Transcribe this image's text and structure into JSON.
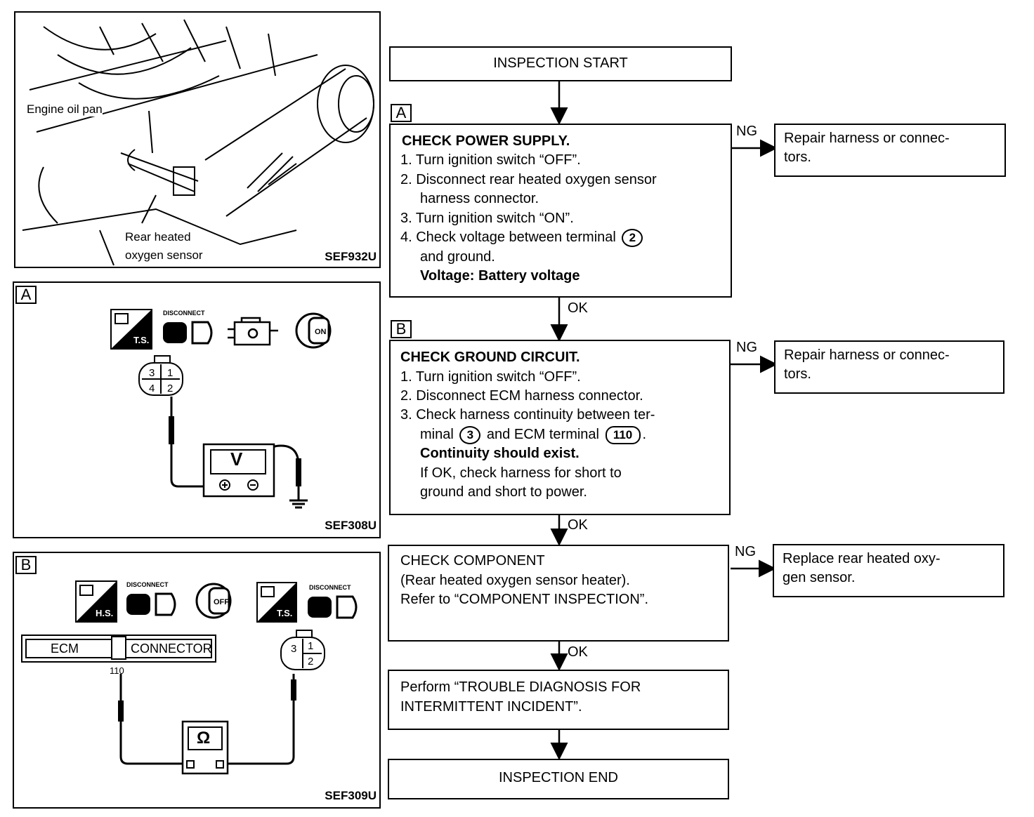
{
  "figure_top": {
    "label_oil_pan": "Engine oil pan",
    "label_sensor_line1": "Rear heated",
    "label_sensor_line2": "oxygen sensor",
    "code": "SEF932U"
  },
  "figure_a": {
    "tag": "A",
    "ts_label": "T.S.",
    "disconnect_label": "DISCONNECT",
    "on_label": "ON",
    "pins": [
      "3",
      "1",
      "4",
      "2"
    ],
    "meter_symbol": "V",
    "code": "SEF308U"
  },
  "figure_b": {
    "tag": "B",
    "hs_label": "H.S.",
    "ts_label": "T.S.",
    "disconnect_label_1": "DISCONNECT",
    "disconnect_label_2": "DISCONNECT",
    "off_label": "OFF",
    "ecm_label": "ECM",
    "connector_label": "CONNECTOR",
    "terminal": "110",
    "pins": [
      "3",
      "1",
      "2"
    ],
    "meter_symbol": "Ω",
    "code": "SEF309U"
  },
  "flow": {
    "start": "INSPECTION START",
    "step_a": {
      "tag": "A",
      "title": "CHECK POWER SUPPLY.",
      "line1": "1. Turn ignition switch “OFF”.",
      "line2a": "2. Disconnect rear heated oxygen sensor",
      "line2b": "harness connector.",
      "line3": "3. Turn ignition switch “ON”.",
      "line4a": "4. Check voltage between terminal",
      "line4_terminal": "2",
      "line4b": "and ground.",
      "spec": "Voltage: Battery voltage",
      "ng": "NG",
      "ok": "OK",
      "result_line1": "Repair harness or connec-",
      "result_line2": "tors."
    },
    "step_b": {
      "tag": "B",
      "title": "CHECK GROUND CIRCUIT.",
      "line1": "1. Turn ignition switch “OFF”.",
      "line2": "2. Disconnect ECM harness connector.",
      "line3a": "3. Check harness continuity between ter-",
      "line3b_pre": "minal",
      "line3b_terminal1": "3",
      "line3b_mid": "and ECM terminal",
      "line3b_terminal2": "110",
      "line3b_post": ".",
      "spec": "Continuity should exist.",
      "note1": "If OK, check harness for short to",
      "note2": "ground and short to power.",
      "ng": "NG",
      "ok": "OK",
      "result_line1": "Repair harness or connec-",
      "result_line2": "tors."
    },
    "step_c": {
      "title": "CHECK COMPONENT",
      "line1": "(Rear heated oxygen sensor heater).",
      "line2": "Refer to “COMPONENT INSPECTION”.",
      "ng": "NG",
      "ok": "OK",
      "result_line1": "Replace rear heated oxy-",
      "result_line2": "gen sensor."
    },
    "perform_line1": "Perform “TROUBLE DIAGNOSIS FOR",
    "perform_line2": "INTERMITTENT INCIDENT”.",
    "end": "INSPECTION END"
  }
}
